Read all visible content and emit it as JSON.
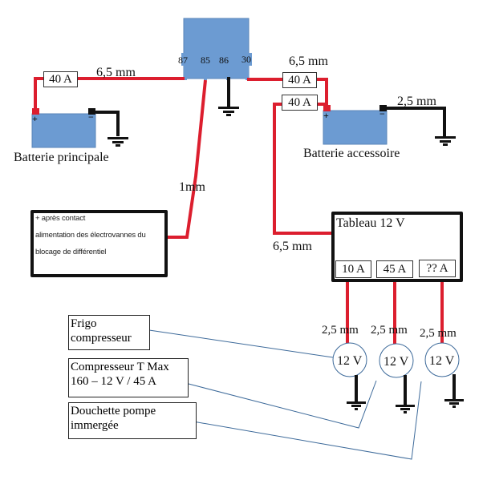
{
  "colors": {
    "wire_positive": "#dc1e2e",
    "wire_ground": "#111111",
    "battery": "#6c9bd2",
    "relay": "#6c9bd2",
    "leader_line": "#3d6a9a"
  },
  "relay": {
    "pins": [
      "87",
      "85",
      "86",
      "30"
    ]
  },
  "main_battery": {
    "label": "Batterie principale",
    "fuse": "40 A",
    "wire_label": "6,5 mm",
    "plus": "+",
    "minus": "−"
  },
  "aux_battery": {
    "label": "Batterie accessoire",
    "fuse_top": "40 A",
    "fuse_bottom": "40 A",
    "wire_label": "6,5 mm",
    "ground_wire_label": "2,5 mm",
    "plus": "+",
    "minus": "−"
  },
  "ignition": {
    "wire_label": "1mm",
    "lines": [
      "+ après contact",
      "alimentation des électrovannes du",
      "blocage de différentiel"
    ]
  },
  "panel": {
    "title": "Tableau 12 V",
    "feed_wire_label": "6,5 mm",
    "fuses": [
      "10 A",
      "45 A",
      "?? A"
    ],
    "outputs": [
      {
        "wire_label": "2,5 mm",
        "socket": "12 V"
      },
      {
        "wire_label": "2,5 mm",
        "socket": "12 V"
      },
      {
        "wire_label": "2,5 mm",
        "socket": "12 V"
      }
    ]
  },
  "devices": [
    {
      "lines": [
        "Frigo",
        "compresseur"
      ]
    },
    {
      "lines": [
        "Compresseur T Max",
        "160 – 12 V / 45 A"
      ]
    },
    {
      "lines": [
        "Douchette pompe",
        "immergée"
      ]
    }
  ]
}
